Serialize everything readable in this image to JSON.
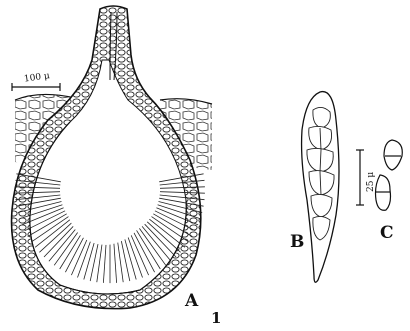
{
  "figure_number": "1",
  "labels": {
    "a": "A",
    "b": "B",
    "c": "C"
  },
  "scale_bars": {
    "large": "100 μ",
    "small": "25 μ"
  },
  "colors": {
    "ink": "#111111",
    "paper": "#ffffff"
  }
}
